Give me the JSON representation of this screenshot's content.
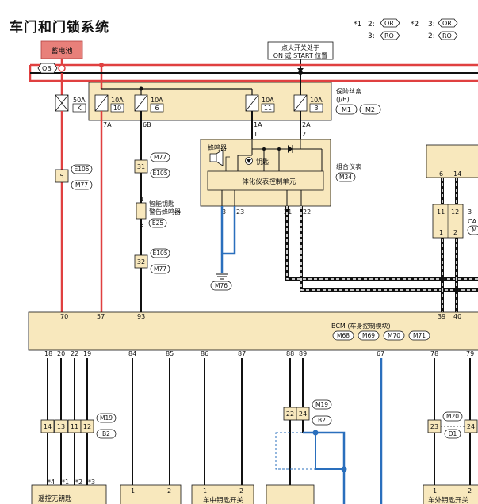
{
  "title": "车门和门锁系统",
  "legend": {
    "note1_mark": "*1",
    "note1_v1": "2:",
    "note1_c1": "OR",
    "note1_v2": "3:",
    "note1_c2": "RO",
    "note2_mark": "*2",
    "note2_v1": "3:",
    "note2_c1": "OR",
    "note2_v2": "2:",
    "note2_c2": "RO"
  },
  "battery": {
    "label": "蓄电池"
  },
  "ob": "OB",
  "ignition": {
    "line1": "点火开关处于",
    "line2": "ON 或 START 位置"
  },
  "fuses": [
    {
      "amp": "50A",
      "id": "K"
    },
    {
      "amp": "10A",
      "id": "10"
    },
    {
      "amp": "10A",
      "id": "6"
    },
    {
      "amp": "10A",
      "id": "11"
    },
    {
      "amp": "10A",
      "id": "3"
    }
  ],
  "fuse_pins": [
    "7A",
    "6B",
    "1A",
    "2A"
  ],
  "fuse_box": {
    "line1": "保险丝盒",
    "line2": "(J/B)",
    "c1": "M1",
    "c2": "M2"
  },
  "combo": {
    "label": "组合仪表",
    "conn": "M34",
    "buzzer": "蜂鸣器",
    "key": "钥匙",
    "unit": "一体化仪表控制单元",
    "pin1": "1",
    "pin2": "2",
    "pins": [
      "3",
      "23",
      "21",
      "22"
    ]
  },
  "ground": "M76",
  "e105_conn": {
    "pin": "5",
    "c1": "E105",
    "c2": "M77"
  },
  "m77_conn": {
    "pin": "31",
    "c1": "M77",
    "c2": "E105"
  },
  "key_buzzer": {
    "line1": "智能钥匙",
    "line2": "警告蜂鸣器",
    "pin1": "1",
    "pin2": "3",
    "conn": "E25"
  },
  "conn32": {
    "pin": "32",
    "c1": "E105",
    "c2": "M77"
  },
  "right_block": {
    "pin1": "6",
    "pin2": "14"
  },
  "can": {
    "p1": "11",
    "p2": "12",
    "p3": "1",
    "p4": "2",
    "label": "3",
    "label2": "CA",
    "label3": "M"
  },
  "bcm": {
    "label": "BCM (车身控制模块)",
    "conns": [
      "M68",
      "M69",
      "M70",
      "M71"
    ],
    "top_pins": [
      "70",
      "57",
      "93",
      "39",
      "40"
    ],
    "bottom_pins": [
      "18",
      "20",
      "22",
      "19",
      "84",
      "85",
      "86",
      "87",
      "88",
      "89",
      "67",
      "78",
      "79"
    ]
  },
  "m19": {
    "pins": [
      "14",
      "13",
      "11",
      "12"
    ],
    "c1": "M19",
    "c2": "B2"
  },
  "m19b": {
    "pins": [
      "22",
      "24"
    ],
    "c1": "M19",
    "c2": "B2"
  },
  "m20": {
    "pins": [
      "23",
      "24"
    ],
    "c1": "M20",
    "c2": "D1"
  },
  "stars": [
    "*4",
    "*1",
    "*2",
    "*3"
  ],
  "bottom": {
    "remote": "遥控无钥匙",
    "center": "车中钥匙开关",
    "right": "车外钥匙开关",
    "p1": "1",
    "p2": "2"
  }
}
